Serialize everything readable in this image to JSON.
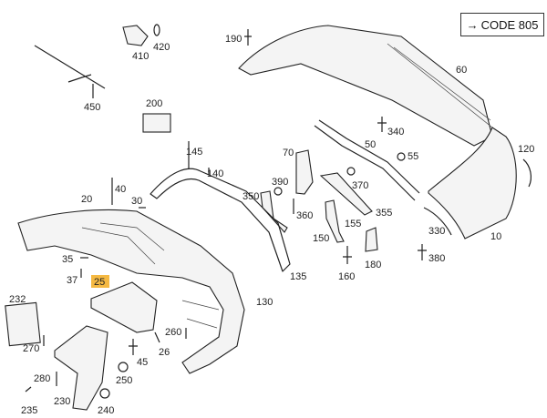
{
  "code_box": {
    "arrow": "→",
    "text": "CODE 805"
  },
  "highlight_color": "#f5b942",
  "labels": [
    "190",
    "410",
    "420",
    "450",
    "200",
    "60",
    "145",
    "140",
    "340",
    "50",
    "55",
    "70",
    "120",
    "390",
    "370",
    "40",
    "20",
    "30",
    "350",
    "360",
    "355",
    "155",
    "150",
    "330",
    "10",
    "180",
    "160",
    "380",
    "135",
    "130",
    "35",
    "37",
    "25",
    "232",
    "260",
    "270",
    "26",
    "45",
    "280",
    "250",
    "230",
    "235",
    "240"
  ]
}
